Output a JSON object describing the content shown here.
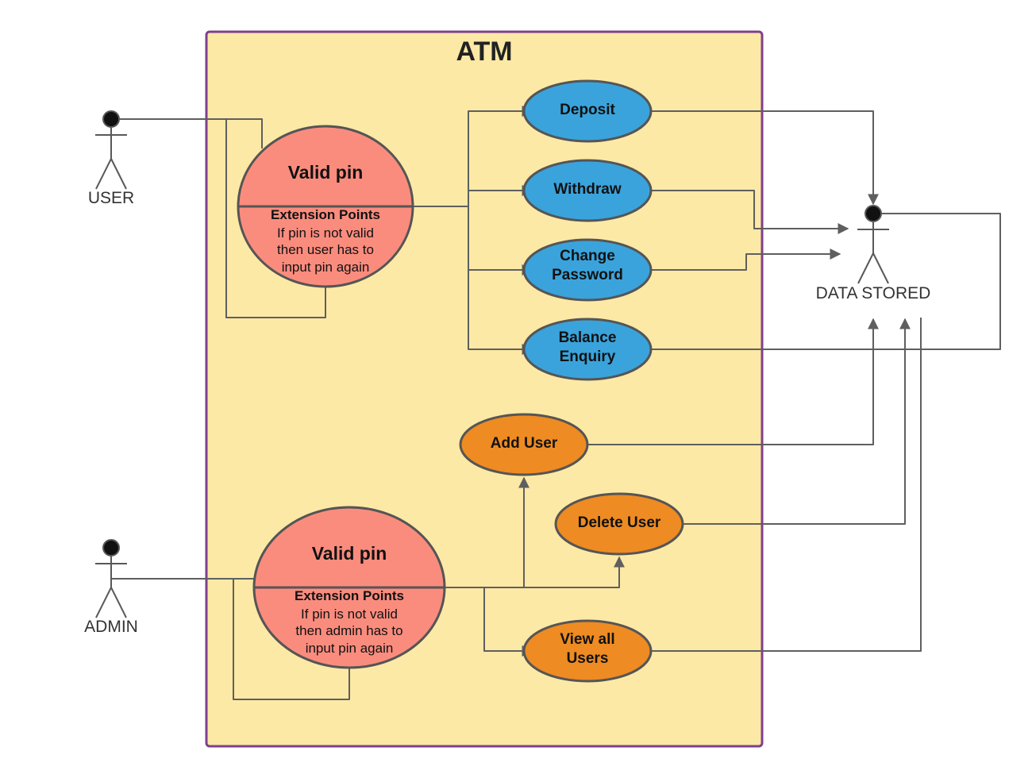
{
  "system": {
    "title": "ATM"
  },
  "actors": {
    "user": {
      "label": "USER"
    },
    "admin": {
      "label": "ADMIN"
    },
    "data_stored": {
      "label": "DATA STORED"
    }
  },
  "user_pin": {
    "title": "Valid pin",
    "extension_heading": "Extension Points",
    "description": [
      "If pin is not valid",
      "then user has to",
      "input pin again"
    ]
  },
  "admin_pin": {
    "title": "Valid pin",
    "extension_heading": "Extension Points",
    "description": [
      "If pin is not valid",
      "then admin has to",
      "input pin again"
    ]
  },
  "use_cases": {
    "deposit": [
      "Deposit"
    ],
    "withdraw": [
      "Withdraw"
    ],
    "change_password": [
      "Change",
      "Password"
    ],
    "balance_enquiry": [
      "Balance",
      "Enquiry"
    ],
    "add_user": [
      "Add User"
    ],
    "delete_user": [
      "Delete User"
    ],
    "view_all_users": [
      "View all",
      "Users"
    ]
  },
  "colors": {
    "system_fill": "#fde9a6",
    "system_border": "#7e3f8e",
    "pin_fill": "#fa8c7e",
    "user_case_fill": "#3aa3dc",
    "admin_case_fill": "#ee8b22",
    "outline": "#555555"
  }
}
